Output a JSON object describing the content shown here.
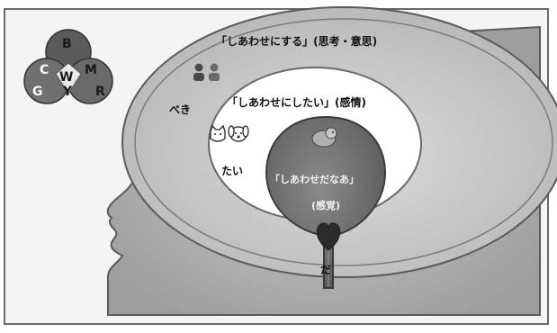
{
  "outer_zone": {
    "label": "「しあわせにする」(思考・意思)",
    "marker": "べき",
    "icon": "people-icon"
  },
  "middle_zone": {
    "label": "「しあわせにしたい」(感情)",
    "marker": "たい",
    "icon": "cat-dog-icon"
  },
  "inner_zone": {
    "label": "「しあわせだなあ」",
    "sublabel": "(感覚)",
    "marker": "だ",
    "icons": [
      "animal-icon",
      "heart-icon"
    ]
  },
  "logo": {
    "letters": {
      "top": "B",
      "left": "C",
      "right": "M",
      "center_w": "W",
      "center_y": "Y",
      "bottom_left": "G",
      "bottom_right": "R"
    }
  }
}
